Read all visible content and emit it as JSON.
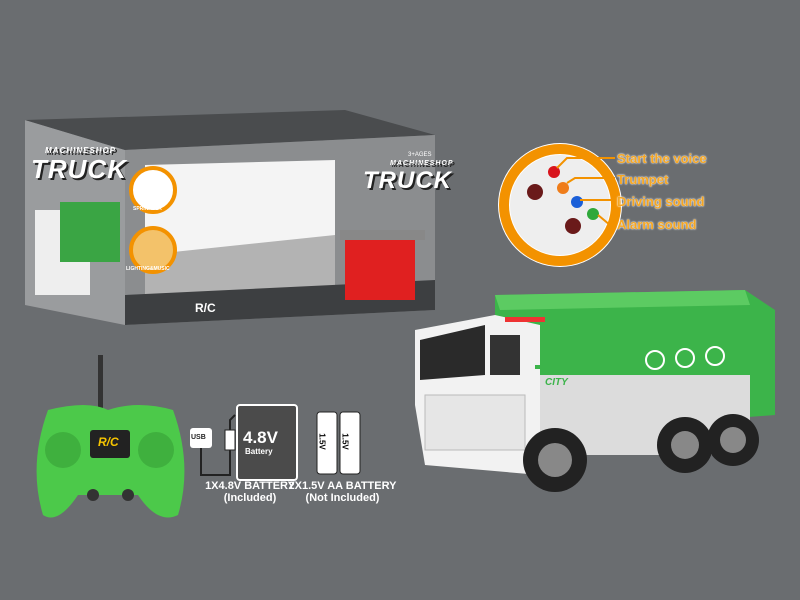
{
  "box": {
    "brand_small": "MACHINESHOP",
    "brand": "TRUCK",
    "age": "3+AGES",
    "feature_1": "SPRINKLER",
    "feature_2": "LIGHTING&MUSIC",
    "rc": "R/C"
  },
  "callout": {
    "labels": [
      "Start the voice",
      "Trumpet",
      "Driving sound",
      "Alarm sound"
    ],
    "accent": "#f39200",
    "button_colors": [
      "#d8141c",
      "#ef7d1a",
      "#1a5fd8",
      "#2fa83a"
    ]
  },
  "truck": {
    "body_color": "#3cb44a",
    "cab_color": "#f2f2f2",
    "door_text": "CITY"
  },
  "remote": {
    "color": "#4cc94a",
    "label": "R/C"
  },
  "batteries": [
    {
      "usb": "USB",
      "voltage": "4.8V",
      "name": "Battery",
      "caption_1": "1X4.8V BATTERY",
      "caption_2": "(Included)"
    },
    {
      "cell": "1.5V",
      "caption_1": "2X1.5V AA BATTERY",
      "caption_2": "(Not Included)"
    }
  ]
}
